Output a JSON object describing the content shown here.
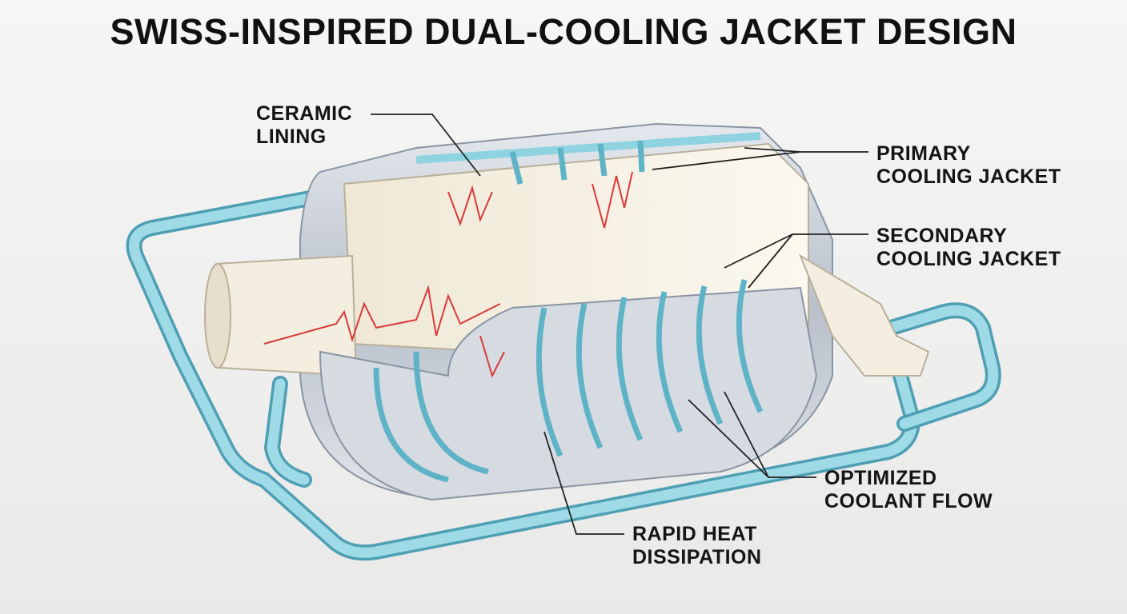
{
  "title": "SWISS-INSPIRED DUAL-COOLING JACKET DESIGN",
  "labels": {
    "ceramic_lining": [
      "CERAMIC",
      "LINING"
    ],
    "primary_jacket": [
      "PRIMARY",
      "COOLING JACKET"
    ],
    "secondary_jacket": [
      "SECONDARY",
      "COOLING JACKET"
    ],
    "coolant_flow": [
      "OPTIMIZED",
      "COOLANT FLOW"
    ],
    "heat_dissipation": [
      "RAPID HEAT",
      "DISSIPATION"
    ]
  },
  "colors": {
    "coolant": "#8fd3e0",
    "coolant_edge": "#4f9fb4",
    "ceramic": "#f3eee0",
    "metal": "#c9ced6",
    "heat": "#d93a3a"
  }
}
